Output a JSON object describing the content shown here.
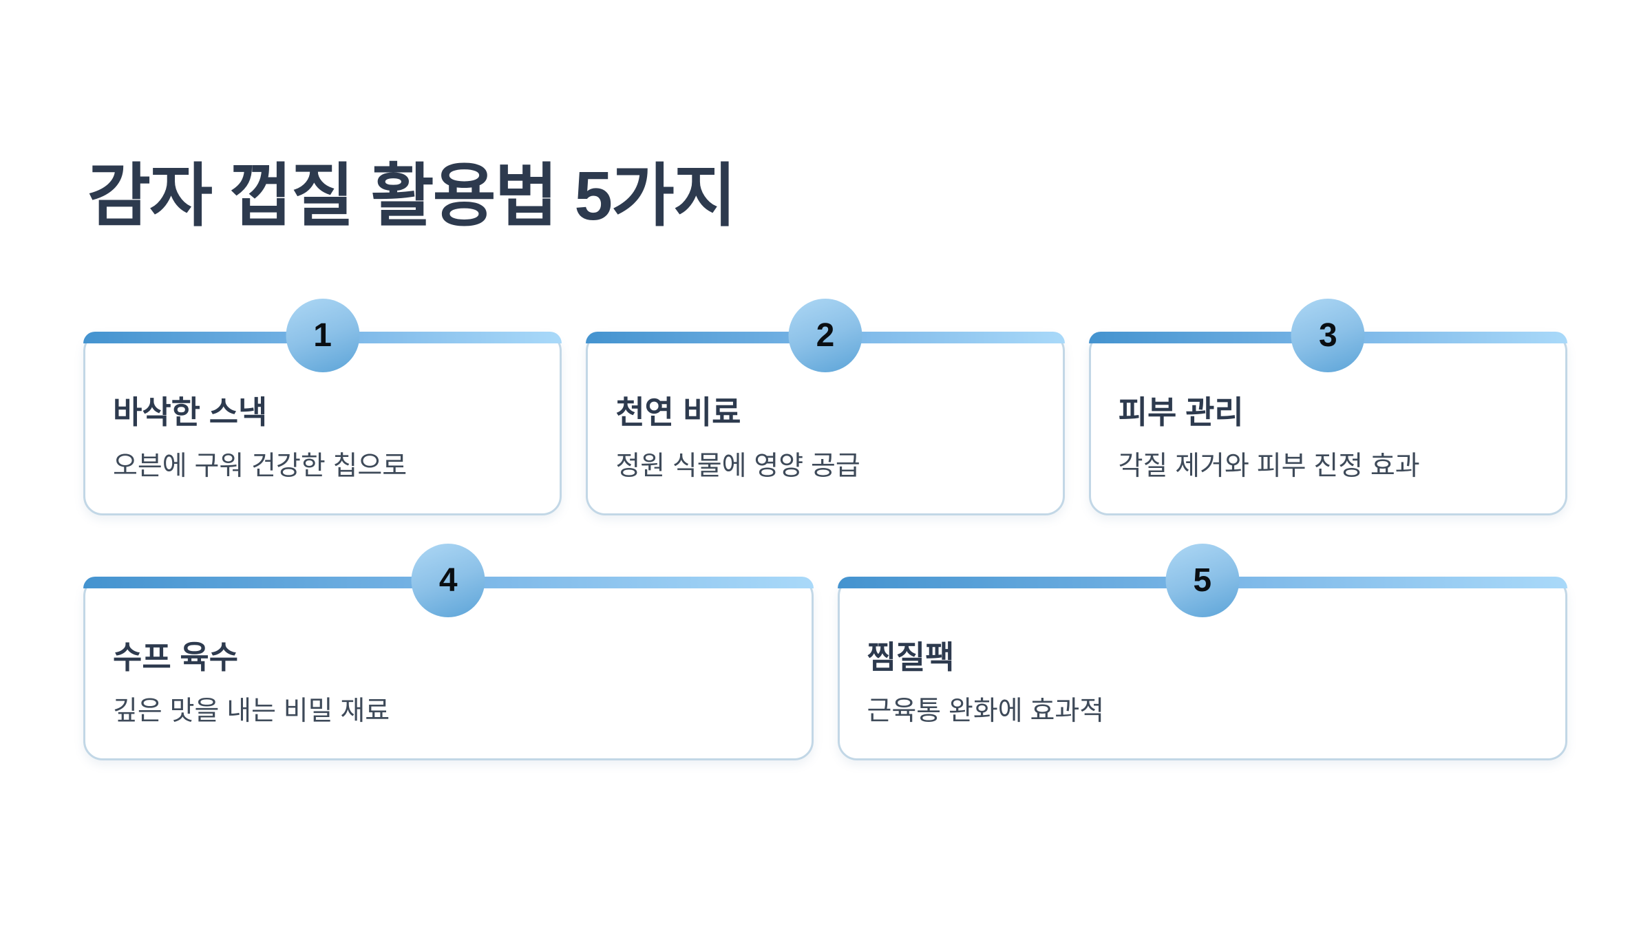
{
  "header": {
    "title": "감자 껍질 활용법 5가지"
  },
  "cards": [
    {
      "number": "1",
      "title": "바삭한 스낵",
      "description": "오븐에 구워 건강한 칩으로"
    },
    {
      "number": "2",
      "title": "천연 비료",
      "description": "정원 식물에 영양 공급"
    },
    {
      "number": "3",
      "title": "피부 관리",
      "description": "각질 제거와 피부 진정 효과"
    },
    {
      "number": "4",
      "title": "수프 육수",
      "description": "깊은 맛을 내는 비밀 재료"
    },
    {
      "number": "5",
      "title": "찜질팩",
      "description": "근육통 완화에 효과적"
    }
  ],
  "colors": {
    "background": "#ffffff",
    "title_text": "#2d3a4e",
    "card_title_text": "#2d3a4e",
    "card_description_text": "#3e4a59",
    "card_border": "#c2d7e6",
    "bar_gradient_start": "#4493cf",
    "bar_gradient_end": "#a9d9f9",
    "badge_gradient_start": "#aad5f3",
    "badge_gradient_end": "#5ca4d8",
    "badge_number_text": "#0a0e12"
  }
}
